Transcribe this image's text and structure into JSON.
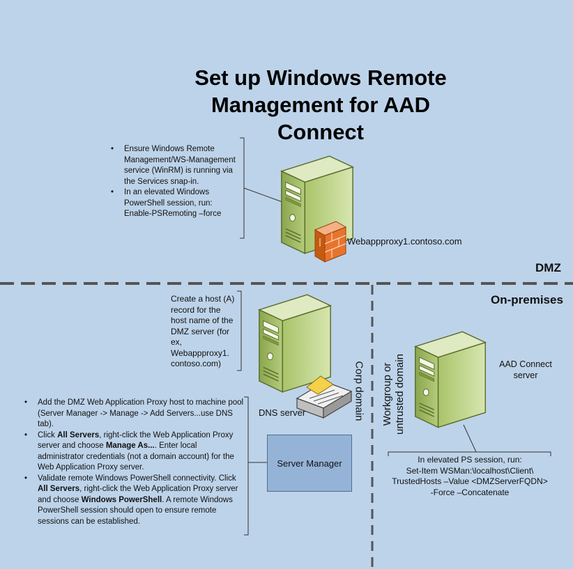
{
  "title": "Set up Windows Remote Management for AAD Connect",
  "zones": {
    "dmz": "DMZ",
    "onprem": "On-premises",
    "corp": "Corp domain",
    "workgroup_line1": "Workgroup or",
    "workgroup_line2": "untrusted domain"
  },
  "webproxy": {
    "label": "Webappproxy1.contoso.com",
    "steps": [
      "Ensure Windows Remote Management/WS-Management service (WinRM) is running via the Services snap-in.",
      "In an elevated Windows PowerShell session, run: Enable-PSRemoting –force"
    ]
  },
  "dns": {
    "label": "DNS server",
    "note": "Create a host (A) record for the host name of the DMZ server (for ex, Webappproxy1. contoso.com)"
  },
  "aad": {
    "label": "AAD Connect server",
    "note_lines": [
      "In elevated PS session, run:",
      "Set-Item WSMan:\\localhost\\Client\\",
      "TrustedHosts –Value <DMZServerFQDN>",
      "-Force –Concatenate"
    ]
  },
  "server_manager": {
    "label": "Server Manager",
    "steps": [
      {
        "before": "Add the DMZ Web Application Proxy host to machine pool (Server Manager -> Manage -> Add Servers...use DNS tab).",
        "bold": "",
        "after": "",
        "bold2": "",
        "after2": ""
      },
      {
        "before": "Click ",
        "bold": "All Servers",
        "after": ", right-click the Web Application Proxy server and choose ",
        "bold2": "Manage As...",
        "after2": ". Enter local administrator credentials (not a domain account) for the Web Application Proxy server."
      },
      {
        "before": "Validate remote Windows PowerShell connectivity. Click ",
        "bold": "All Servers",
        "after": ", right-click the Web Application Proxy server and choose ",
        "bold2": "Windows PowerShell",
        "after2": ". A remote Windows PowerShell session should open to ensure remote sessions can be established."
      }
    ]
  },
  "colors": {
    "background": "#bdd3e9",
    "server_body": "#c4d79b",
    "firewall": "#e8742c",
    "server_manager_box": "#95b3d7",
    "dashed_line": "#555555"
  },
  "icons": [
    "server-icon",
    "firewall-icon",
    "network-switch-icon"
  ]
}
